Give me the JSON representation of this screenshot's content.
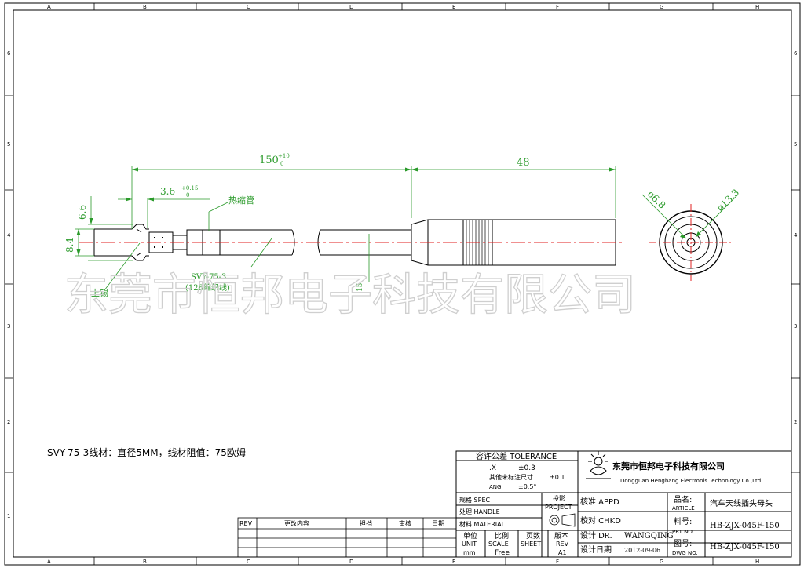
{
  "frame": {
    "col_letters": [
      "A",
      "B",
      "C",
      "D",
      "E",
      "F",
      "G",
      "H"
    ],
    "row_numbers": [
      "6",
      "5",
      "4",
      "3",
      "2",
      "1"
    ]
  },
  "dimensions": {
    "length_main": "150",
    "length_main_tol_upper": "+10",
    "length_main_tol_lower": "0",
    "length_head": "48",
    "strip_len": "3.6",
    "strip_tol_upper": "+0.15",
    "strip_tol_lower": "0",
    "dia_small": "6.6",
    "dia_large": "8.4",
    "dia_face_inner": "ø6.8",
    "dia_face_outer": "ø13.3",
    "mark_15": "15"
  },
  "labels": {
    "heat_shrink": "热缩管",
    "tin": "上锡",
    "cable_model": "SVY-75-3",
    "cable_braid": "(128编织线)"
  },
  "watermark": "东莞市恒邦电子科技有限公司",
  "note": "SVY-75-3线材：直径5MM，线材阻值：75欧姆",
  "tolerance": {
    "title": "容许公差 TOLERANCE",
    "x_label": ".X",
    "x_value": "±0.3",
    "other_label": "其他未标注尺寸",
    "other_value": "±0.1",
    "ang_label": "ANG",
    "ang_value": "±0.5°"
  },
  "spec": {
    "spec": "规格 SPEC",
    "handle": "处理 HANDLE",
    "material": "材料 MATERIAL",
    "projection_cn": "投影",
    "projection_en": "PROJECT"
  },
  "bottom_row": {
    "unit_cn": "单位",
    "unit_en": "UNIT",
    "unit_val": "mm",
    "scale_cn": "比例",
    "scale_en": "SCALE",
    "scale_val": "Free",
    "sheet_cn": "页数",
    "sheet_en": "SHEET",
    "sheet_val": "",
    "rev_cn": "版本",
    "rev_en": "REV",
    "rev_val": "A1"
  },
  "approvals": {
    "appd": "核准 APPD",
    "chkd": "校对 CHKD",
    "dr": "设计 DR.",
    "dr_name": "WANGQING",
    "date_label": "设计日期",
    "date_val": "2012-09-06"
  },
  "company": {
    "name_cn": "东莞市恒邦电子科技有限公司",
    "name_en": "Dongguan Hengbang Electronis Technology Co.,Ltd"
  },
  "part": {
    "article_cn": "品名:",
    "article_en": "ARTICLE",
    "article_val": "汽车天线插头母头",
    "prt_cn": "料号:",
    "prt_en": "PRT NO.",
    "prt_val": "HB-ZJX-045F-150",
    "dwg_cn": "图号:",
    "dwg_en": "DWG NO.",
    "dwg_val": "HB-ZJX-045F-150"
  },
  "revision_table": {
    "headers": [
      "REV",
      "更改内容",
      "担挡",
      "审核",
      "日期"
    ]
  },
  "colors": {
    "line": "#000000",
    "dimension": "#2a9a2a",
    "centerline": "#e02020",
    "watermark": "#cfcfcf"
  }
}
